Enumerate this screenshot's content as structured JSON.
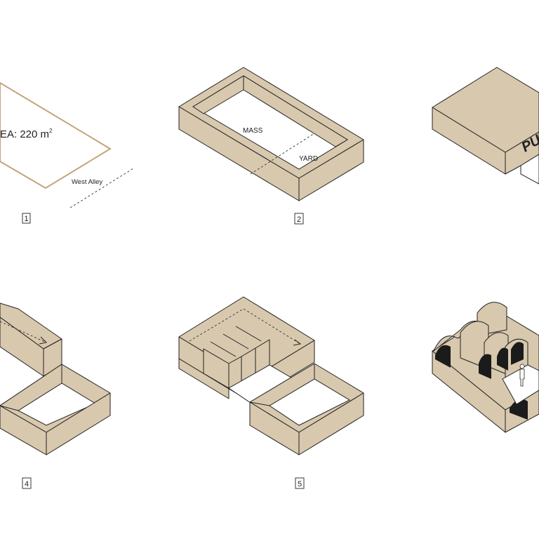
{
  "colors": {
    "material": "#d8c8ae",
    "site_outline": "#c3a47c",
    "ink": "#222222",
    "background": "#ffffff"
  },
  "panel1": {
    "area_label": "EA: 220 m",
    "area_sup": "2",
    "alley_label": "West Alley",
    "number": "1"
  },
  "panel2": {
    "mass_label": "MASS",
    "yard_label": "YARD",
    "number": "2"
  },
  "panel3": {
    "sign_text": "PU"
  },
  "panel4": {
    "number": "4"
  },
  "panel5": {
    "number": "5"
  }
}
